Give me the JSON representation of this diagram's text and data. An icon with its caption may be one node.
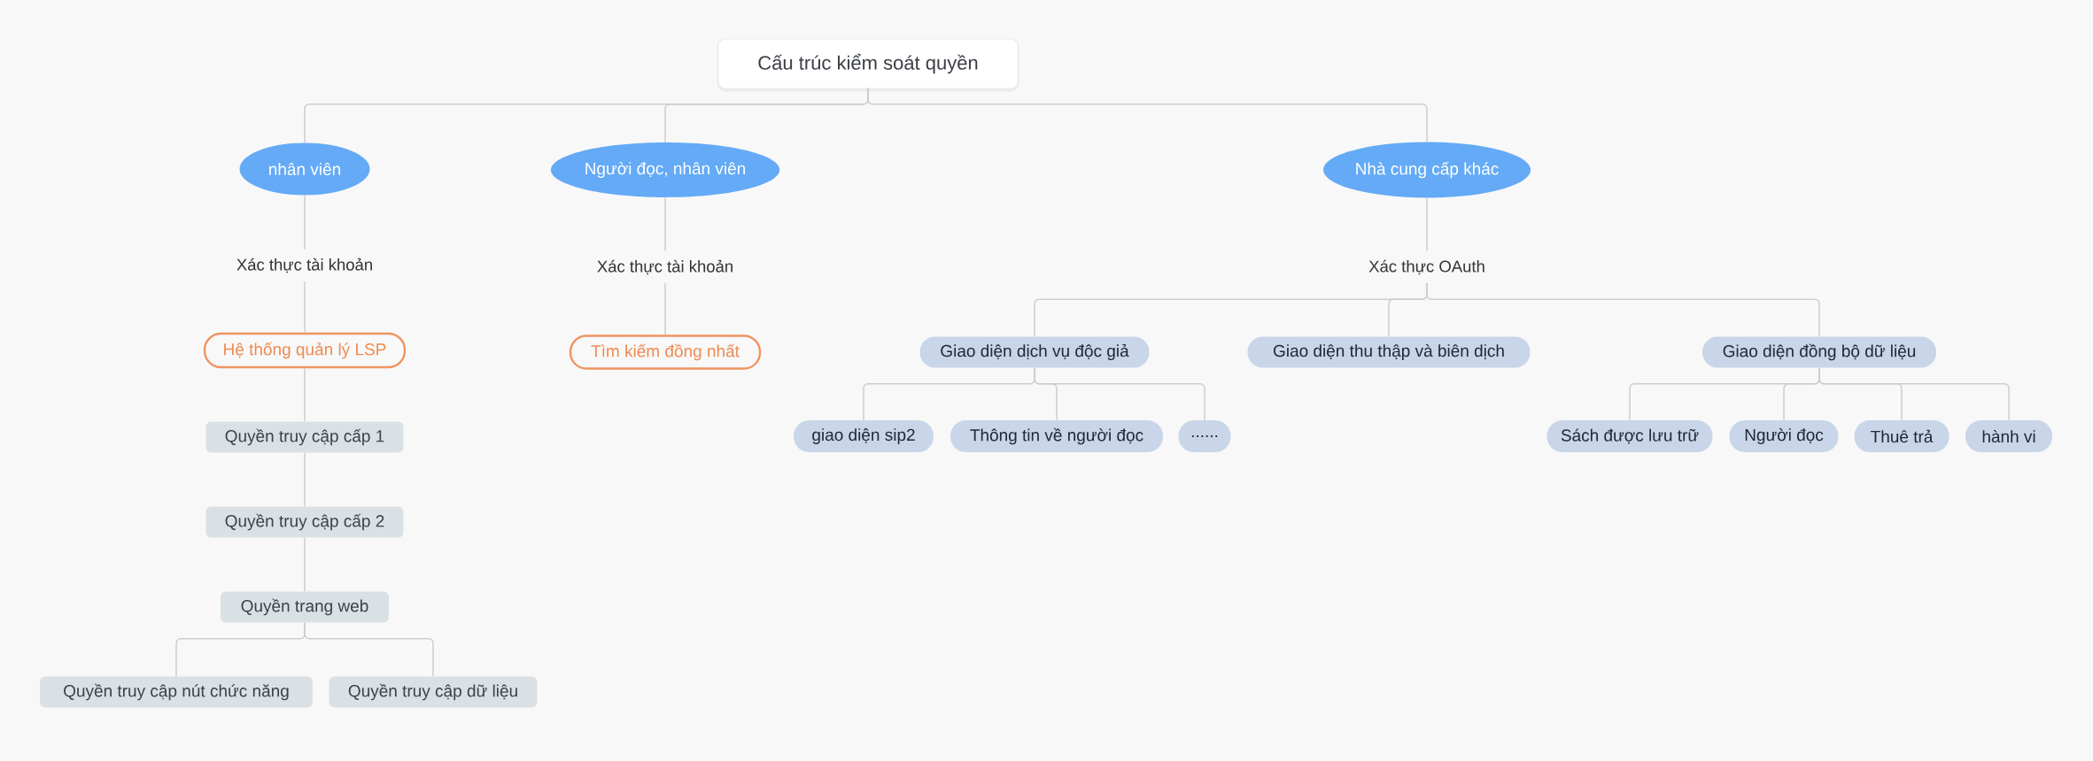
{
  "diagram": {
    "nodes": [
      {
        "text": [
          "Cấu trúc kiểm soát quyền"
        ]
      },
      {
        "text": [
          "nhân viên"
        ]
      },
      {
        "text": [
          "Xác thực tài khoản"
        ]
      },
      {
        "text": [
          "Hệ thống quản lý LSP"
        ]
      },
      {
        "text": [
          "Quyền truy cập cấp 1"
        ]
      },
      {
        "text": [
          "Quyền truy cập cấp 2"
        ]
      },
      {
        "text": [
          "Quyền trang web"
        ]
      },
      {
        "text": [
          "Quyền truy cập nút chức năng"
        ]
      },
      {
        "text": [
          "Quyền truy cập dữ liệu"
        ]
      },
      {
        "text": [
          "Người đọc, nhân viên"
        ]
      },
      {
        "text": [
          "Xác thực tài khoản"
        ]
      },
      {
        "text": [
          "Tìm kiếm đồng nhất"
        ]
      },
      {
        "text": [
          "Nhà cung cấp khác"
        ]
      },
      {
        "text": [
          "Xác thực OAuth"
        ]
      },
      {
        "text": [
          "Giao diện dịch vụ độc giả"
        ]
      },
      {
        "text": [
          "giao diện sip2"
        ]
      },
      {
        "text": [
          "Thông tin về người đọc"
        ]
      },
      {
        "text": [
          "......"
        ]
      },
      {
        "text": [
          "Giao diện thu thập và biên dịch"
        ]
      },
      {
        "text": [
          "Giao diện đồng bộ dữ liệu"
        ]
      },
      {
        "text": [
          "Sách được lưu trữ"
        ]
      },
      {
        "text": [
          "Người đọc"
        ]
      },
      {
        "text": [
          "Thuê trả"
        ]
      },
      {
        "text": [
          "hành vi"
        ]
      }
    ],
    "edges": [
      {
        "from": 0,
        "to": 1,
        "arrow": "none"
      },
      {
        "from": 0,
        "to": 9,
        "arrow": "none"
      },
      {
        "from": 0,
        "to": 12,
        "arrow": "none"
      },
      {
        "from": 1,
        "to": 2,
        "arrow": "none"
      },
      {
        "from": 2,
        "to": 3,
        "arrow": "none"
      },
      {
        "from": 3,
        "to": 4,
        "arrow": "none"
      },
      {
        "from": 4,
        "to": 5,
        "arrow": "none"
      },
      {
        "from": 5,
        "to": 6,
        "arrow": "none"
      },
      {
        "from": 6,
        "to": 7,
        "arrow": "none"
      },
      {
        "from": 6,
        "to": 8,
        "arrow": "none"
      },
      {
        "from": 9,
        "to": 10,
        "arrow": "none"
      },
      {
        "from": 10,
        "to": 11,
        "arrow": "none"
      },
      {
        "from": 12,
        "to": 13,
        "arrow": "none"
      },
      {
        "from": 13,
        "to": 14,
        "arrow": "none"
      },
      {
        "from": 13,
        "to": 18,
        "arrow": "none"
      },
      {
        "from": 13,
        "to": 19,
        "arrow": "none"
      },
      {
        "from": 14,
        "to": 15,
        "arrow": "none"
      },
      {
        "from": 14,
        "to": 16,
        "arrow": "none"
      },
      {
        "from": 14,
        "to": 17,
        "arrow": "none"
      },
      {
        "from": 19,
        "to": 20,
        "arrow": "none"
      },
      {
        "from": 19,
        "to": 21,
        "arrow": "none"
      },
      {
        "from": 19,
        "to": 22,
        "arrow": "none"
      },
      {
        "from": 19,
        "to": 23,
        "arrow": "none"
      }
    ]
  }
}
